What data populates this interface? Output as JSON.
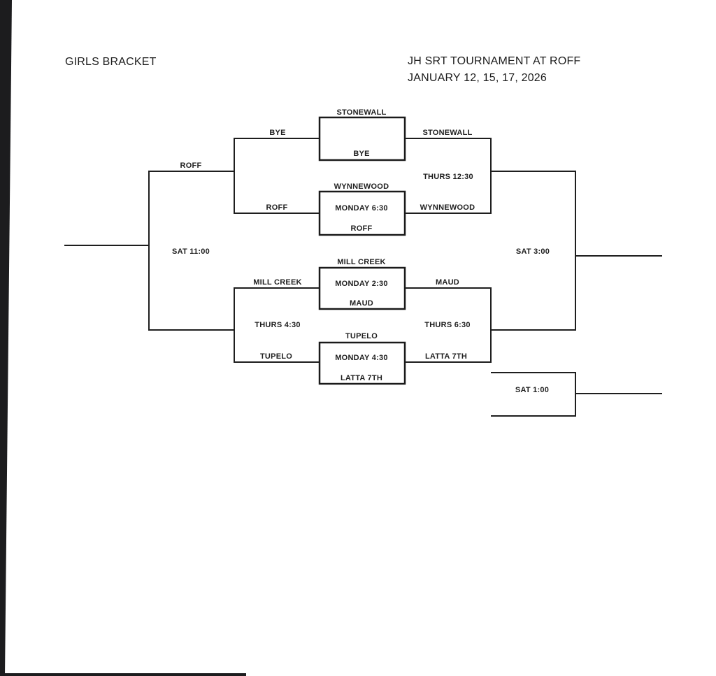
{
  "page": {
    "bracket_heading": "GIRLS BRACKET",
    "title_line1": "JH SRT TOURNAMENT AT ROFF",
    "title_line2": "JANUARY 12, 15, 17, 2026"
  },
  "colors": {
    "background": "#ffffff",
    "line": "#1e1e1e",
    "text": "#1c1c1c",
    "scan_edge": "#1c1c1e"
  },
  "bracket": {
    "games": [
      {
        "team_top": "STONEWALL",
        "team_bottom": "BYE",
        "time": "",
        "loser_line": "BYE",
        "winner_line": "STONEWALL"
      },
      {
        "team_top": "WYNNEWOOD",
        "team_bottom": "ROFF",
        "time": "MONDAY 6:30",
        "loser_line": "ROFF",
        "winner_line": "WYNNEWOOD"
      },
      {
        "team_top": "MILL CREEK",
        "team_bottom": "MAUD",
        "time": "MONDAY 2:30",
        "loser_line": "MILL CREEK",
        "winner_line": "MAUD"
      },
      {
        "team_top": "TUPELO",
        "team_bottom": "LATTA 7TH",
        "time": "MONDAY 4:30",
        "loser_line": "TUPELO",
        "winner_line": "LATTA 7TH"
      }
    ],
    "consolation": {
      "advancer": "ROFF",
      "semifinal_time": "THURS 4:30",
      "final_time": "SAT 11:00"
    },
    "championship": {
      "semifinal1_time": "THURS 12:30",
      "semifinal2_time": "THURS 6:30",
      "final_time": "SAT 3:00"
    },
    "third_place": {
      "time": "SAT 1:00"
    }
  }
}
